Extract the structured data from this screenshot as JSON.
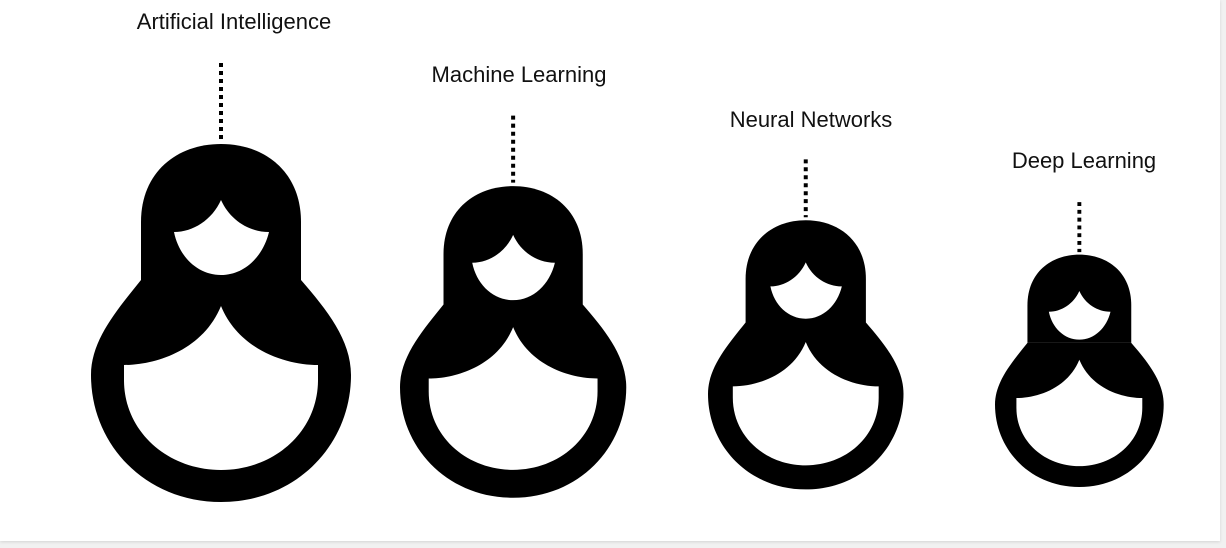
{
  "diagram": {
    "dolls": [
      {
        "label": "Artificial Intelligence",
        "icon": "matryoshka-doll-icon"
      },
      {
        "label": "Machine Learning",
        "icon": "matryoshka-doll-icon"
      },
      {
        "label": "Neural Networks",
        "icon": "matryoshka-doll-icon"
      },
      {
        "label": "Deep Learning",
        "icon": "matryoshka-doll-icon"
      }
    ],
    "colors": {
      "doll": "#000000",
      "face": "#ffffff",
      "text": "#111111"
    }
  }
}
